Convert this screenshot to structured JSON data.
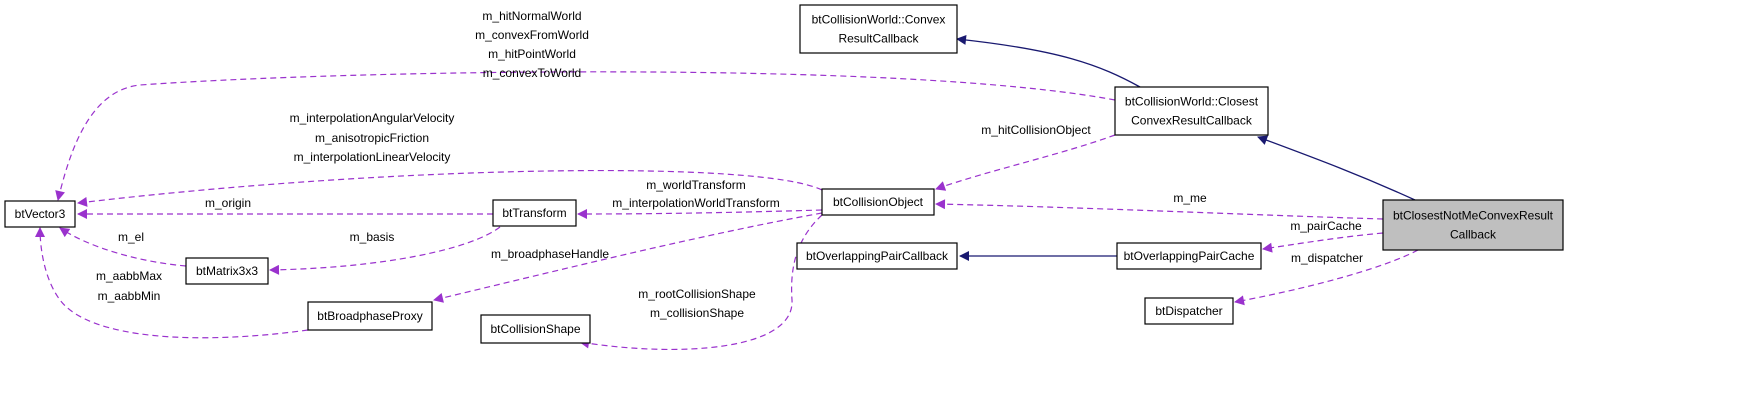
{
  "nodes": {
    "btClosestNotMeConvexResultCallback": {
      "lines": [
        "btClosestNotMeConvexResult",
        "Callback"
      ]
    },
    "btCollisionWorldClosestConvexResultCallback": {
      "lines": [
        "btCollisionWorld::Closest",
        "ConvexResultCallback"
      ]
    },
    "btCollisionWorldConvexResultCallback": {
      "lines": [
        "btCollisionWorld::Convex",
        "ResultCallback"
      ]
    },
    "btVector3": {
      "lines": [
        "btVector3"
      ]
    },
    "btCollisionObject": {
      "lines": [
        "btCollisionObject"
      ]
    },
    "btTransform": {
      "lines": [
        "btTransform"
      ]
    },
    "btMatrix3x3": {
      "lines": [
        "btMatrix3x3"
      ]
    },
    "btBroadphaseProxy": {
      "lines": [
        "btBroadphaseProxy"
      ]
    },
    "btCollisionShape": {
      "lines": [
        "btCollisionShape"
      ]
    },
    "btOverlappingPairCallback": {
      "lines": [
        "btOverlappingPairCallback"
      ]
    },
    "btOverlappingPairCache": {
      "lines": [
        "btOverlappingPairCache"
      ]
    },
    "btDispatcher": {
      "lines": [
        "btDispatcher"
      ]
    }
  },
  "edges": [
    {
      "from": "btClosestNotMeConvexResultCallback",
      "to": "btCollisionWorldClosestConvexResultCallback",
      "kind": "inheritance",
      "labels": []
    },
    {
      "from": "btCollisionWorldClosestConvexResultCallback",
      "to": "btCollisionWorldConvexResultCallback",
      "kind": "inheritance",
      "labels": []
    },
    {
      "from": "btOverlappingPairCache",
      "to": "btOverlappingPairCallback",
      "kind": "inheritance",
      "labels": []
    },
    {
      "from": "btCollisionWorldClosestConvexResultCallback",
      "to": "btVector3",
      "kind": "usage",
      "labels": [
        "m_hitNormalWorld",
        "m_convexFromWorld",
        "m_hitPointWorld",
        "m_convexToWorld"
      ]
    },
    {
      "from": "btCollisionWorldClosestConvexResultCallback",
      "to": "btCollisionObject",
      "kind": "usage",
      "labels": [
        "m_hitCollisionObject"
      ]
    },
    {
      "from": "btCollisionObject",
      "to": "btVector3",
      "kind": "usage",
      "labels": [
        "m_interpolationAngularVelocity",
        "m_anisotropicFriction",
        "m_interpolationLinearVelocity"
      ]
    },
    {
      "from": "btTransform",
      "to": "btVector3",
      "kind": "usage",
      "labels": [
        "m_origin"
      ]
    },
    {
      "from": "btMatrix3x3",
      "to": "btVector3",
      "kind": "usage",
      "labels": [
        "m_el"
      ]
    },
    {
      "from": "btBroadphaseProxy",
      "to": "btVector3",
      "kind": "usage",
      "labels": [
        "m_aabbMax",
        "m_aabbMin"
      ]
    },
    {
      "from": "btCollisionObject",
      "to": "btTransform",
      "kind": "usage",
      "labels": [
        "m_worldTransform",
        "m_interpolationWorldTransform"
      ]
    },
    {
      "from": "btTransform",
      "to": "btMatrix3x3",
      "kind": "usage",
      "labels": [
        "m_basis"
      ]
    },
    {
      "from": "btCollisionObject",
      "to": "btBroadphaseProxy",
      "kind": "usage",
      "labels": [
        "m_broadphaseHandle"
      ]
    },
    {
      "from": "btCollisionObject",
      "to": "btCollisionShape",
      "kind": "usage",
      "labels": [
        "m_rootCollisionShape",
        "m_collisionShape"
      ]
    },
    {
      "from": "btClosestNotMeConvexResultCallback",
      "to": "btCollisionObject",
      "kind": "usage",
      "labels": [
        "m_me"
      ]
    },
    {
      "from": "btClosestNotMeConvexResultCallback",
      "to": "btOverlappingPairCache",
      "kind": "usage",
      "labels": [
        "m_pairCache"
      ]
    },
    {
      "from": "btClosestNotMeConvexResultCallback",
      "to": "btDispatcher",
      "kind": "usage",
      "labels": [
        "m_dispatcher"
      ]
    }
  ],
  "colors": {
    "inheritance_edge": "#191970",
    "usage_edge": "#9a32cd",
    "focus_fill": "#bfbfbf",
    "node_border": "#000000"
  }
}
